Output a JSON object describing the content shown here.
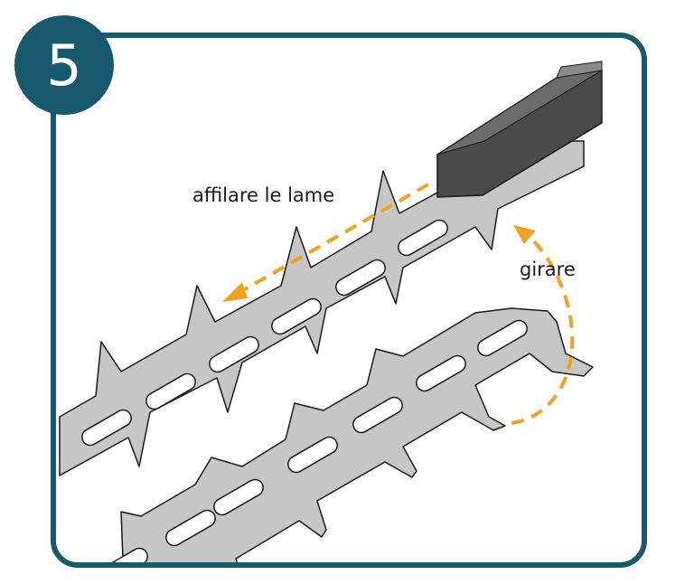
{
  "step": {
    "number": "5"
  },
  "labels": {
    "sharpen": "affilare le lame",
    "flip": "girare"
  },
  "colors": {
    "frame": "#175a6e",
    "blade": "#c6c6c6",
    "arrow": "#f2a21c",
    "cap": "#4a4a4a"
  }
}
